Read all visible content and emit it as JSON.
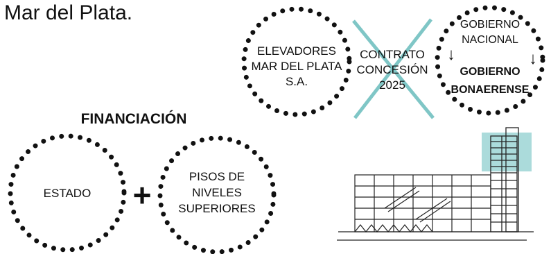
{
  "header": {
    "partial_text": "Mar del Plata."
  },
  "top_row": {
    "circle_company": {
      "lines": [
        "ELEVADORES",
        "MAR DEL PLATA",
        "S.A."
      ]
    },
    "contract": {
      "lines": [
        "CONTRATO",
        "CONCESIÓN",
        "2025"
      ],
      "status": "crossed-out",
      "cross_color": "#7fc6c6"
    },
    "circle_government": {
      "top_lines": [
        "GOBIERNO",
        "NACIONAL"
      ],
      "arrow_glyph": "↓",
      "bottom_lines": [
        "GOBIERNO",
        "BONAERENSE"
      ]
    }
  },
  "financing": {
    "title": "FINANCIACIÓN",
    "circle_left": {
      "lines": [
        "ESTADO"
      ]
    },
    "operator": "+",
    "circle_right": {
      "lines": [
        "PISOS DE",
        "NIVELES",
        "SUPERIORES"
      ]
    }
  },
  "drawing": {
    "highlight_color": "#8fcfcf",
    "line_color": "#222222"
  }
}
